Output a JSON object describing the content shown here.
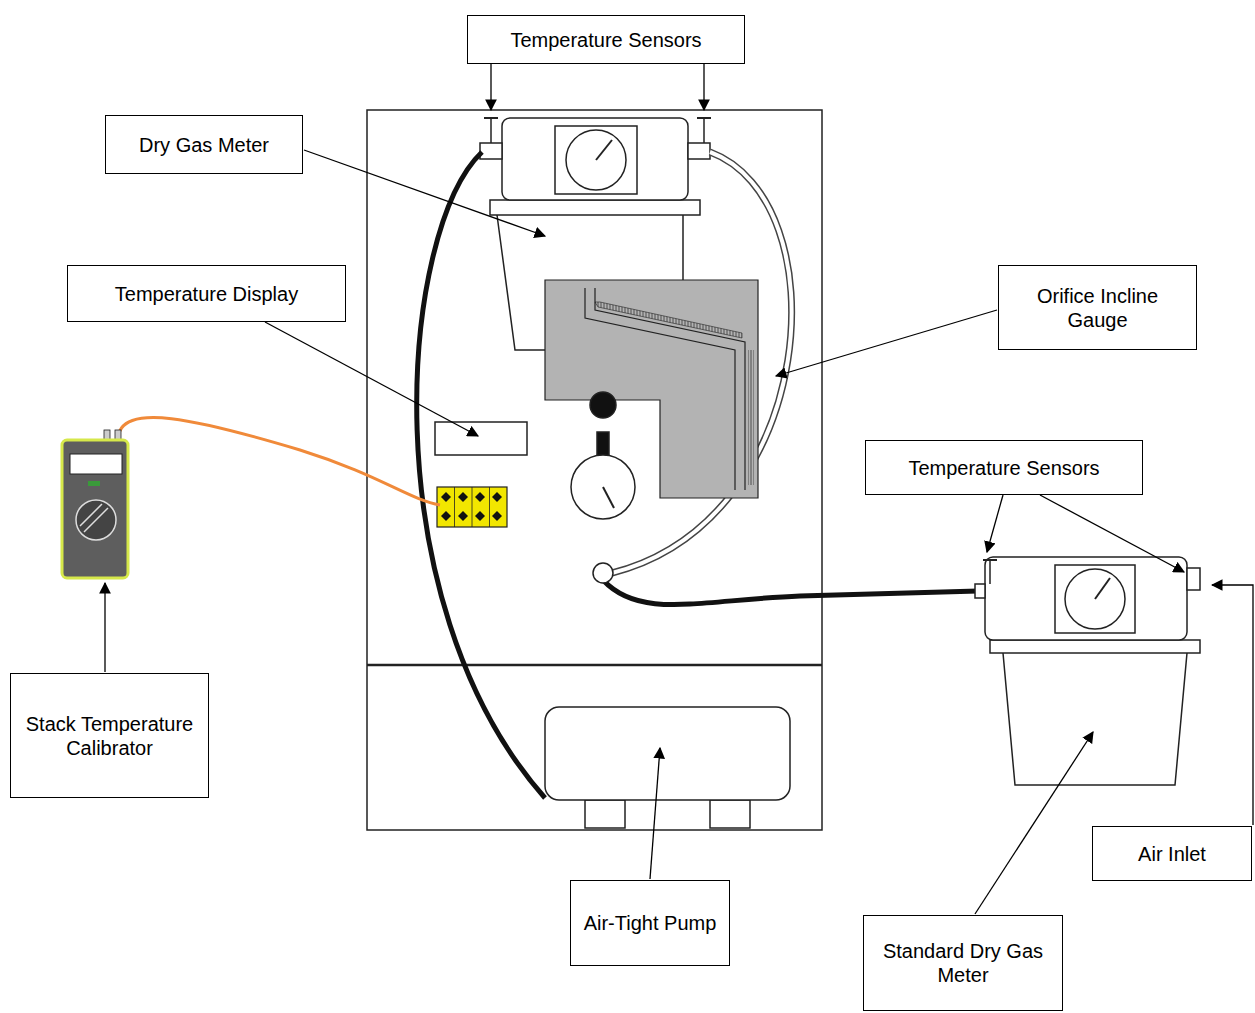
{
  "diagram": {
    "nodes": [
      {
        "text": [
          "Temperature Sensors"
        ]
      },
      {
        "text": [
          "Dry Gas Meter"
        ]
      },
      {
        "text": [
          "Temperature Display"
        ]
      },
      {
        "text": [
          "Orifice Incline Gauge"
        ]
      },
      {
        "text": [
          "Temperature Sensors"
        ]
      },
      {
        "text": [
          "Stack Temperature Calibrator"
        ]
      },
      {
        "text": [
          "Air-Tight Pump"
        ]
      },
      {
        "text": [
          "Air Inlet"
        ]
      },
      {
        "text": [
          "Standard Dry Gas Meter"
        ]
      }
    ]
  }
}
